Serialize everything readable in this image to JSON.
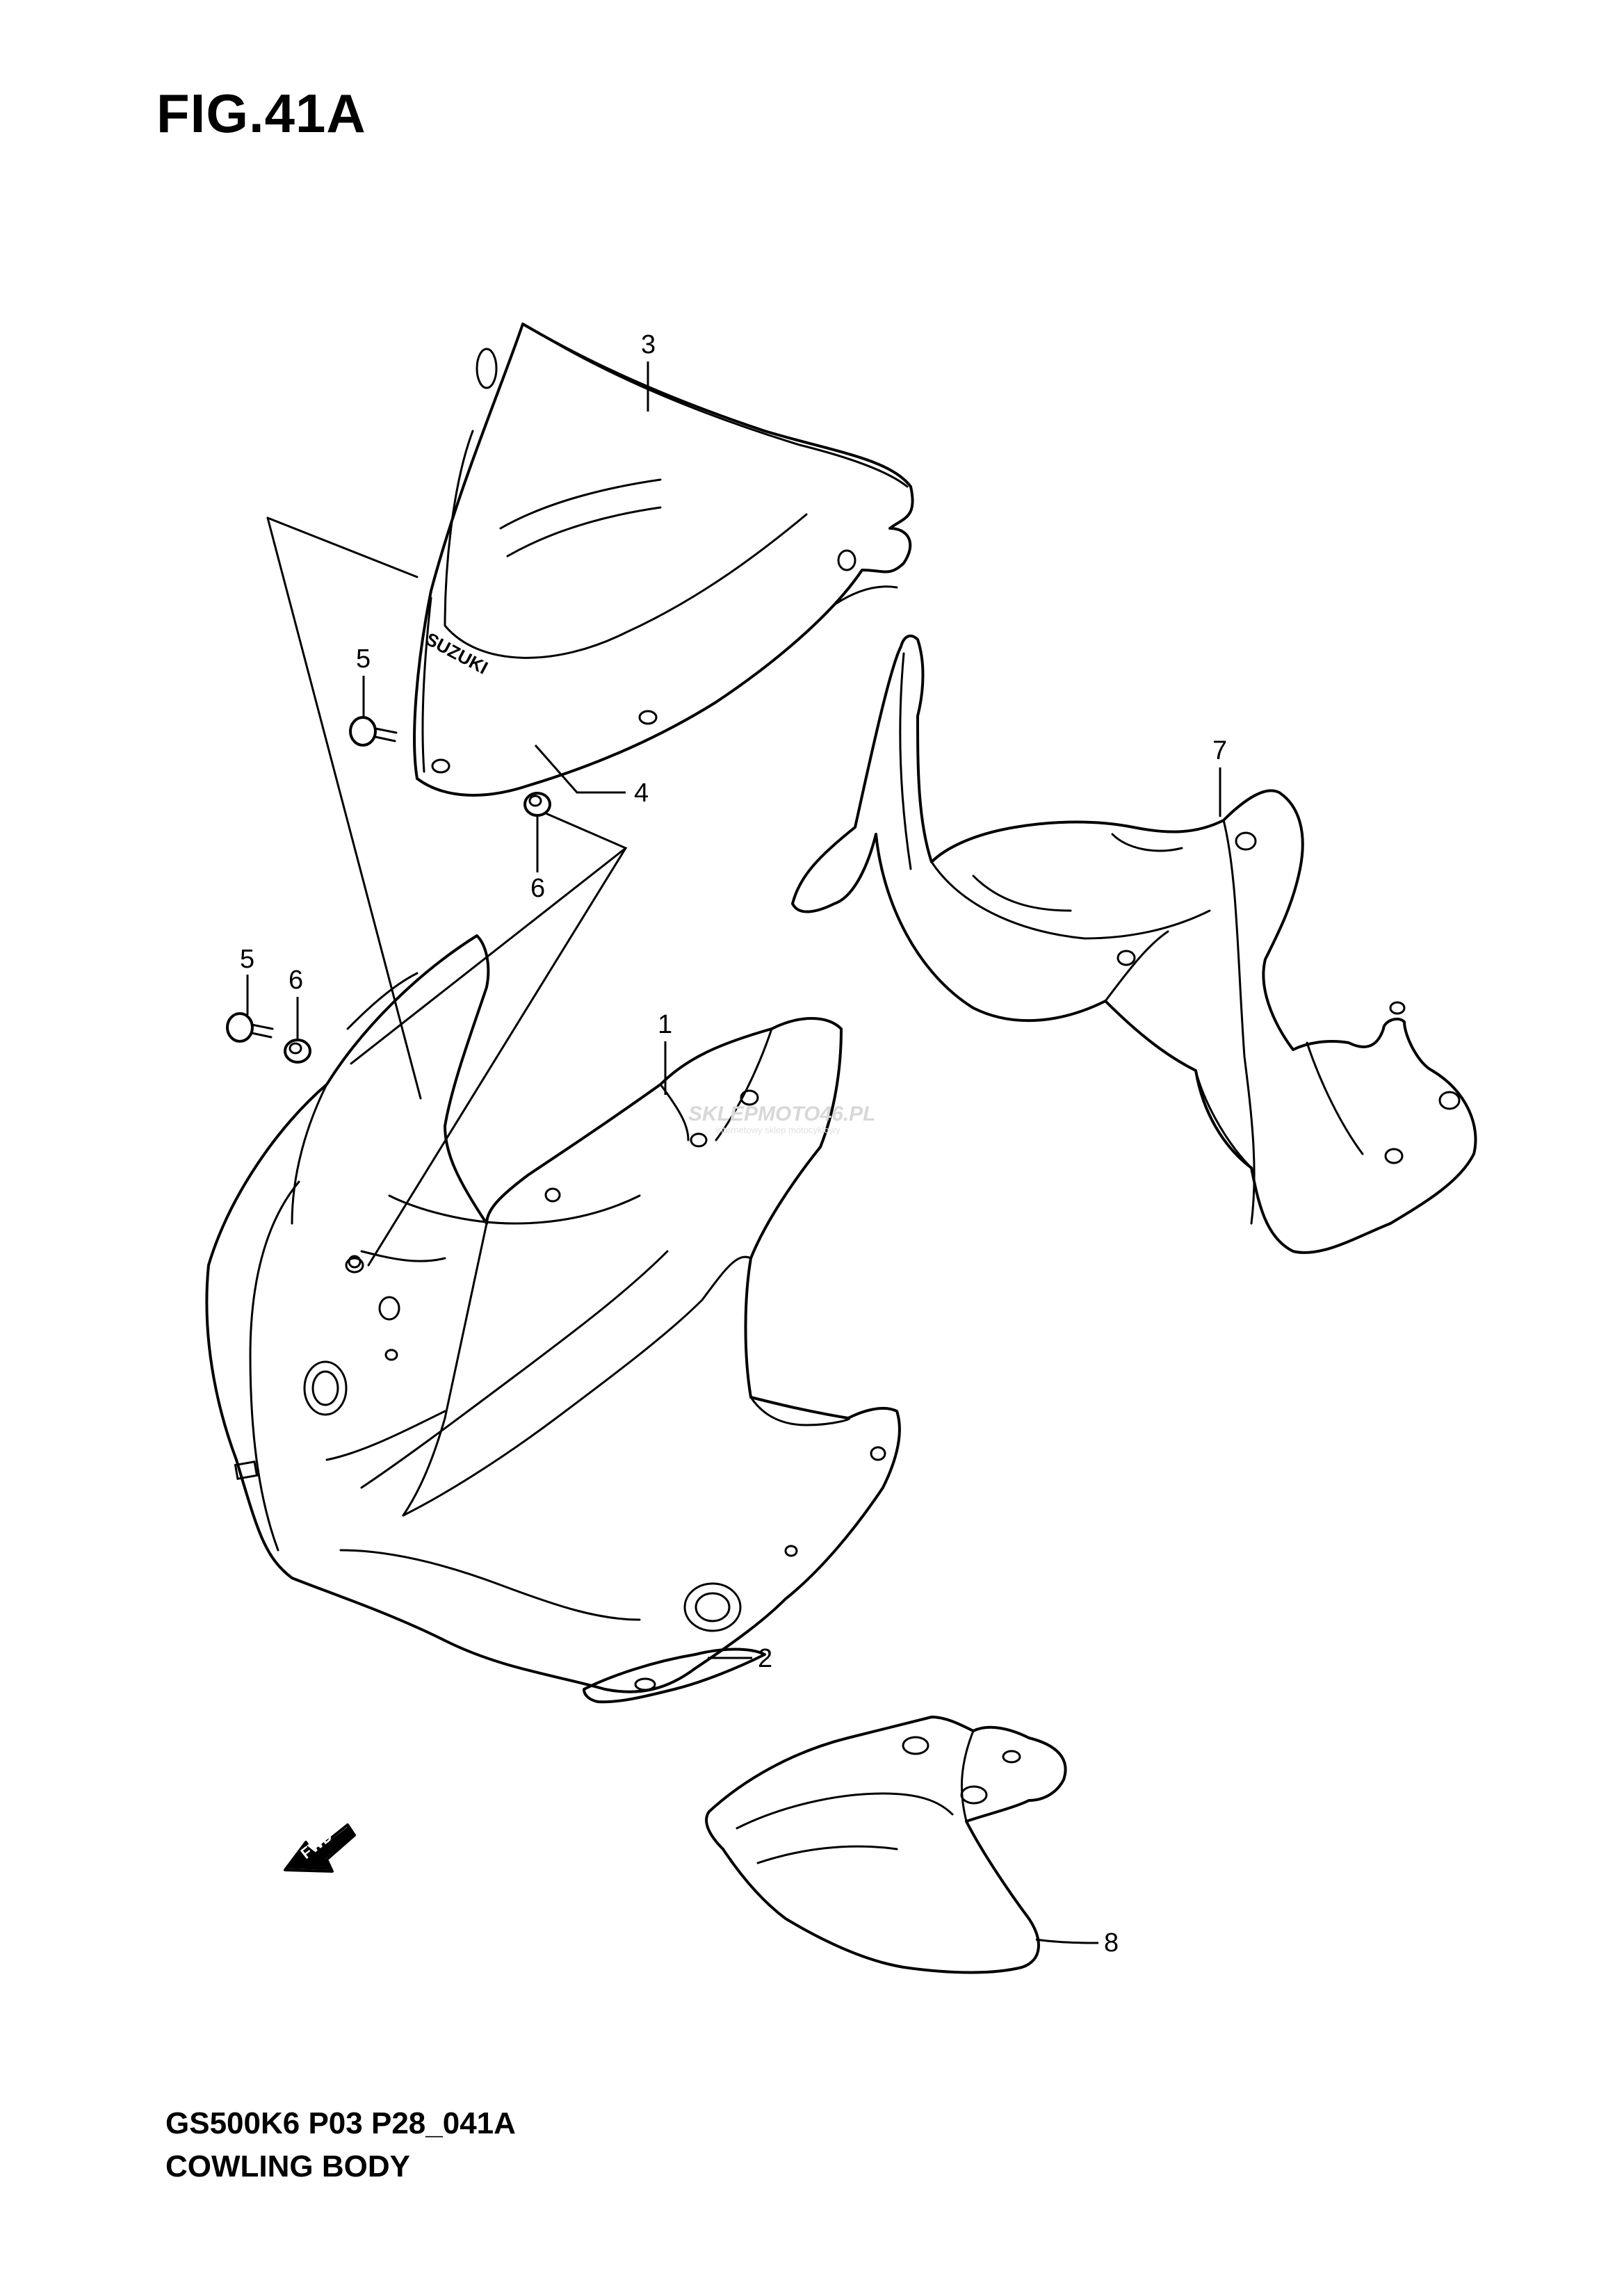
{
  "figure": {
    "title": "FIG.41A"
  },
  "footer": {
    "code": "GS500K6 P03 P28_041A",
    "name": "COWLING BODY"
  },
  "callouts": {
    "c1": "1",
    "c2": "2",
    "c3": "3",
    "c4": "4",
    "c5a": "5",
    "c5b": "5",
    "c6a": "6",
    "c6b": "6",
    "c7": "7",
    "c8": "8"
  },
  "watermark": {
    "brand": "SKLEPMOTO46.PL",
    "tagline": "internetowy sklep motocyklowy"
  },
  "windscreen_logo": "SUZUKI",
  "fwd_arrow": "FWD",
  "icons": {
    "fwd": "fwd-arrow-icon"
  }
}
